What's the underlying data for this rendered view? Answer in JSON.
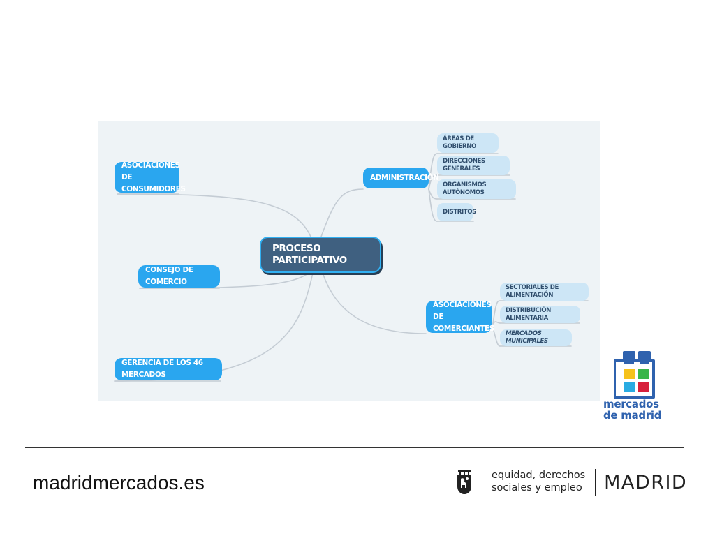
{
  "mindmap": {
    "central": "PROCESO PARTICIPATIVO",
    "left": [
      {
        "label_lines": [
          "ASOCIACIONES DE",
          "CONSUMIDORES"
        ]
      },
      {
        "label_lines": [
          "CONSEJO DE COMERCIO"
        ]
      },
      {
        "label_lines": [
          "GERENCIA DE LOS 46 MERCADOS"
        ]
      }
    ],
    "right": [
      {
        "label_lines": [
          "ADMINISTRACIÓN"
        ],
        "children": [
          "ÁREAS DE GOBIERNO",
          "DIRECCIONES GENERALES",
          "ORGANISMOS AUTÓNOMOS",
          "DISTRITOS"
        ]
      },
      {
        "label_lines": [
          "ASOCIACIONES DE",
          "COMERCIANTES"
        ],
        "children": [
          "SECTORIALES DE ALIMENTACIÓN",
          "DISTRIBUCIÓN ALIMENTARIA",
          "MERCADOS MUNICIPALES"
        ]
      }
    ]
  },
  "logo": {
    "line1": "mercados",
    "line2": "de madrid",
    "colors": {
      "bag": "#2f62ae",
      "yellow": "#f6c21b",
      "green": "#39b54a",
      "cyan": "#29abe2",
      "red": "#d7203b"
    }
  },
  "footer": {
    "site_url": "madridmercados.es",
    "dept_line1": "equidad, derechos",
    "dept_line2": "sociales y empleo",
    "city": "MADRID",
    "icon": "madrid-coat-of-arms-icon"
  },
  "colors": {
    "primary_node": "#2aa6ef",
    "central_node": "#3f6080",
    "sub_node": "#cde6f6",
    "connector": "#c4ccd4"
  }
}
